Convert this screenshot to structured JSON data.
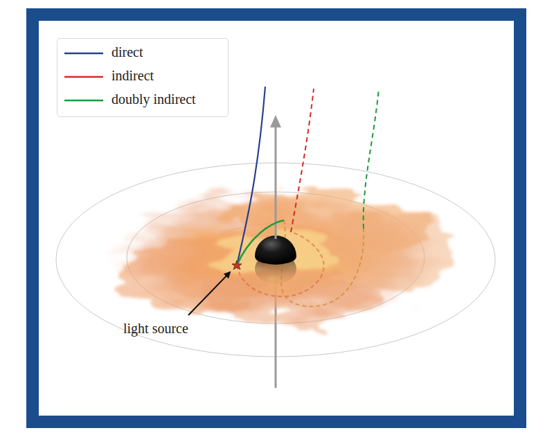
{
  "diagram": {
    "labels": [
      "light source"
    ],
    "legend": [
      {
        "text": "direct"
      },
      {
        "text": "indirect"
      },
      {
        "text": "doubly indirect"
      }
    ]
  }
}
